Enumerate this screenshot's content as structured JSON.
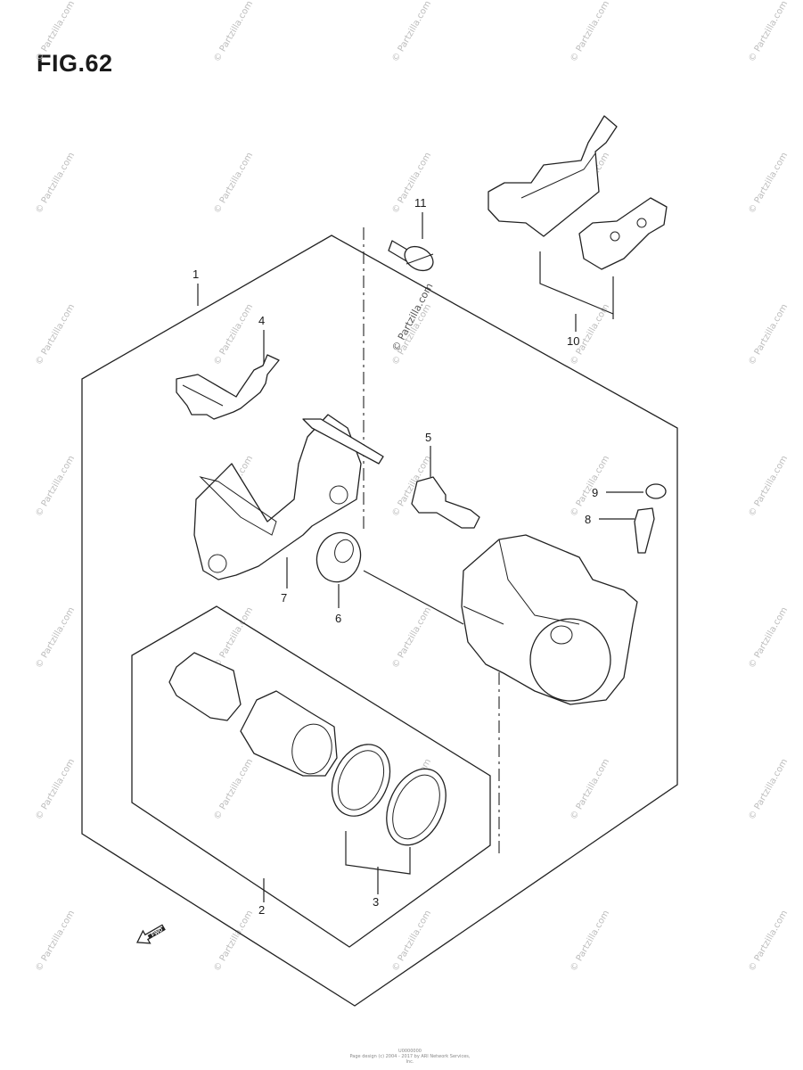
{
  "figure": {
    "title": "FIG.62"
  },
  "watermark": {
    "text": "© Partzilla.com"
  },
  "callouts": [
    {
      "id": "1",
      "label": "1"
    },
    {
      "id": "2",
      "label": "2"
    },
    {
      "id": "3",
      "label": "3"
    },
    {
      "id": "4",
      "label": "4"
    },
    {
      "id": "5",
      "label": "5"
    },
    {
      "id": "6",
      "label": "6"
    },
    {
      "id": "7",
      "label": "7"
    },
    {
      "id": "8",
      "label": "8"
    },
    {
      "id": "9",
      "label": "9"
    },
    {
      "id": "10",
      "label": "10"
    },
    {
      "id": "11",
      "label": "11"
    }
  ],
  "badge": {
    "label": "FWD"
  },
  "footer": {
    "code": "U0000000",
    "copyright": "Page design (c) 2004 - 2017 by ARI Network Services, Inc."
  }
}
